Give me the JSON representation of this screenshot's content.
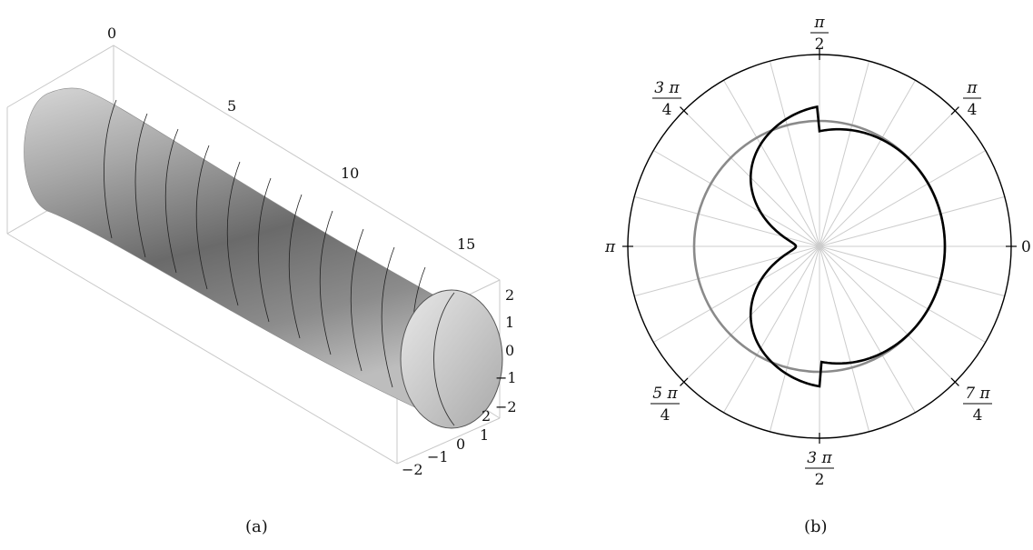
{
  "figure": {
    "captions": {
      "a": "(a)",
      "b": "(b)"
    }
  },
  "panel_a": {
    "axis_long": {
      "ticks": [
        "0",
        "5",
        "10",
        "15"
      ]
    },
    "axis_vertical": {
      "ticks": [
        "2",
        "1",
        "0",
        "−1",
        "−2"
      ]
    },
    "axis_depth": {
      "ticks": [
        "2",
        "1",
        "0",
        "−1",
        "−2"
      ]
    },
    "colors": {
      "surface_dark": "#5c5c5c",
      "surface_light": "#d8d8d8",
      "mesh": "#222222",
      "box": "#c8c8c8"
    }
  },
  "panel_b": {
    "angle_labels": [
      {
        "id": "0",
        "num": "0",
        "den": ""
      },
      {
        "id": "pi_4",
        "num": "π",
        "den": "4"
      },
      {
        "id": "pi_2",
        "num": "π",
        "den": "2"
      },
      {
        "id": "3pi_4",
        "num": "3 π",
        "den": "4"
      },
      {
        "id": "pi",
        "num": "π",
        "den": ""
      },
      {
        "id": "5pi_4",
        "num": "5 π",
        "den": "4"
      },
      {
        "id": "3pi_2",
        "num": "3 π",
        "den": "2"
      },
      {
        "id": "7pi_4",
        "num": "7 π",
        "den": "4"
      }
    ],
    "colors": {
      "curve_black": "#000000",
      "curve_gray": "#8a8a8a",
      "grid": "#cccccc",
      "frame": "#000000"
    }
  }
}
